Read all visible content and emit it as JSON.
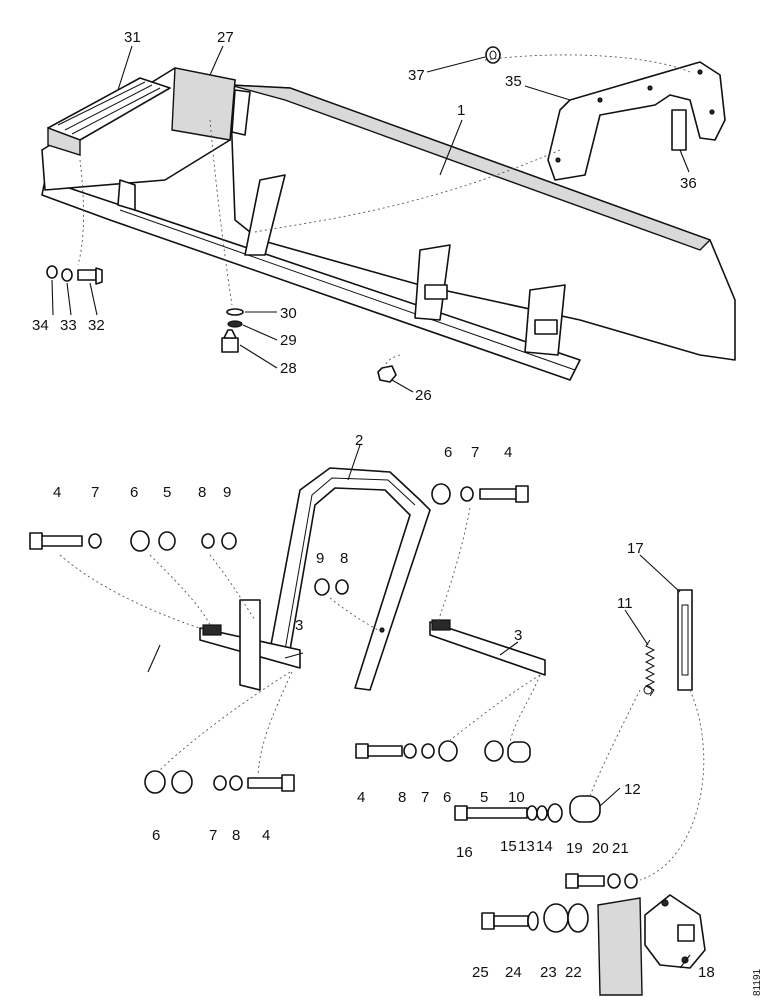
{
  "diagram": {
    "reference": "81191",
    "callouts": [
      "31",
      "27",
      "37",
      "35",
      "1",
      "36",
      "34",
      "33",
      "32",
      "30",
      "29",
      "28",
      "26",
      "2",
      "6",
      "7",
      "4",
      "4",
      "7",
      "6",
      "5",
      "8",
      "9",
      "9",
      "8",
      "3",
      "3",
      "11",
      "17",
      "6",
      "7",
      "8",
      "4",
      "4",
      "8",
      "7",
      "6",
      "5",
      "10",
      "12",
      "16",
      "15",
      "13",
      "14",
      "19",
      "20",
      "21",
      "25",
      "24",
      "23",
      "22",
      "18"
    ]
  }
}
